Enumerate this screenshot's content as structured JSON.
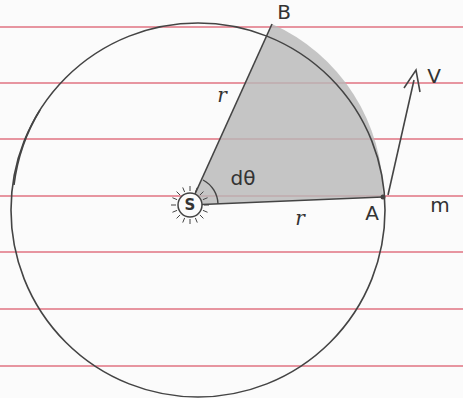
{
  "diagram": {
    "nodes": [
      {
        "text": [
          "S"
        ]
      }
    ],
    "labels": [
      "B",
      "r",
      "dθ",
      "r",
      "A",
      "m",
      "V"
    ]
  }
}
